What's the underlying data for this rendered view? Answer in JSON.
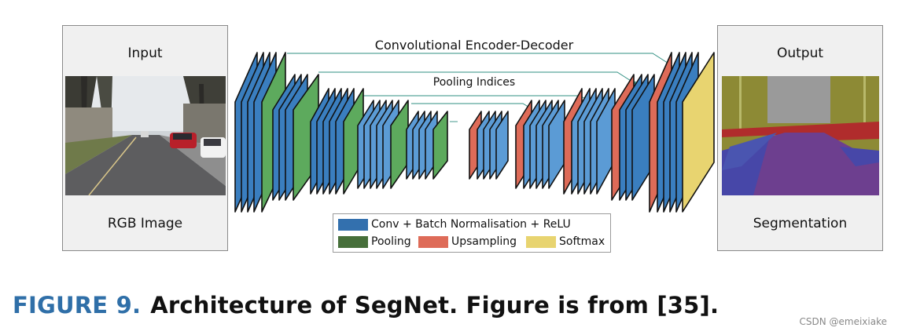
{
  "input_panel": {
    "title": "Input",
    "subtitle": "RGB Image"
  },
  "output_panel": {
    "title": "Output",
    "subtitle": "Segmentation"
  },
  "annotations": {
    "encoder_decoder": "Convolutional Encoder-Decoder",
    "pooling_indices": "Pooling Indices"
  },
  "legend": {
    "conv": "Conv + Batch Normalisation + ReLU",
    "pooling": "Pooling",
    "upsampling": "Upsampling",
    "softmax": "Softmax"
  },
  "colors": {
    "conv": "#3a7ebf",
    "conv_legend": "#3370ae",
    "pooling": "#5daa5d",
    "pooling_legend": "#466f3a",
    "upsampling": "#de6b58",
    "softmax": "#e8d470"
  },
  "caption": {
    "label": "FIGURE 9.",
    "text": "Architecture of SegNet. Figure is from [35]."
  },
  "watermark": "CSDN @emeixiake"
}
